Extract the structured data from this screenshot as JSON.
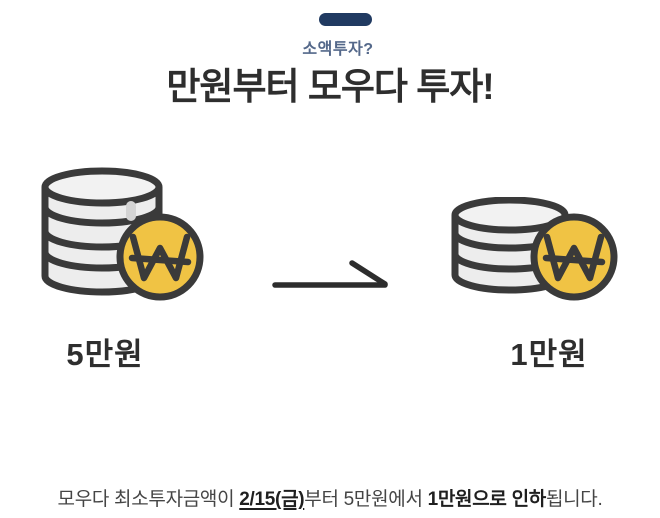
{
  "window": {
    "background": "#ffffff"
  },
  "header": {
    "accent_bar_color": "#203a61",
    "eyebrow": "소액투자?",
    "eyebrow_color": "#54688a",
    "title": "만원부터 모우다 투자!",
    "title_color": "#2e2e2e"
  },
  "comparison": {
    "before": {
      "label": "5만원",
      "coin_count": 5
    },
    "after": {
      "label": "1만원",
      "coin_count": 3
    },
    "coin_fill": "#ededed",
    "coin_top_fill": "#f2f2f2",
    "coin_outline": "#3a3a3a",
    "won_coin_color": "#f0c344",
    "arrow_color": "#2d2d2d"
  },
  "notice": {
    "prefix": "모우다 최소투자금액이 ",
    "date": "2/15(금)",
    "middle": "부터 5만원에서 ",
    "emphasis": "1만원으로 인하",
    "suffix": "됩니다."
  }
}
